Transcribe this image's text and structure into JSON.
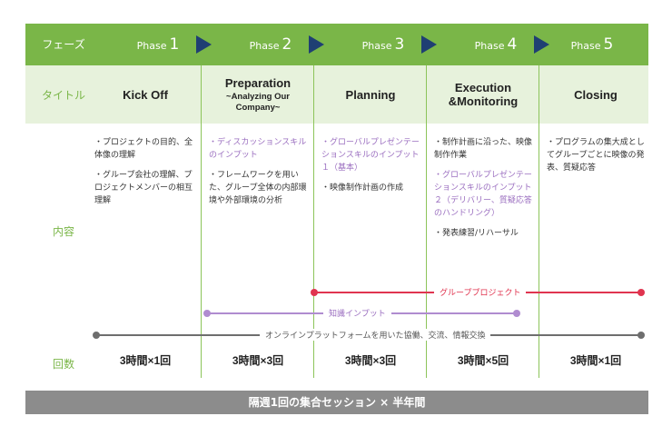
{
  "header": {
    "row_label": "フェーズ"
  },
  "phases": [
    {
      "word": "Phase",
      "num": "1"
    },
    {
      "word": "Phase",
      "num": "2"
    },
    {
      "word": "Phase",
      "num": "3"
    },
    {
      "word": "Phase",
      "num": "4"
    },
    {
      "word": "Phase",
      "num": "5"
    }
  ],
  "titles": {
    "row_label": "タイトル",
    "items": [
      {
        "main": "Kick Off",
        "sub": ""
      },
      {
        "main": "Preparation",
        "sub": "~Analyzing Our Company~"
      },
      {
        "main": "Planning",
        "sub": ""
      },
      {
        "main": "Execution\n&Monitoring",
        "sub": ""
      },
      {
        "main": "Closing",
        "sub": ""
      }
    ]
  },
  "content": {
    "row_label": "内容",
    "col1": [
      "・プロジェクトの目的、全体像の理解",
      "・グループ会社の理解、プロジェクトメンバーの相互理解"
    ],
    "col2": [
      "・ディスカッションスキルのインプット",
      "・フレームワークを用いた、グループ全体の内部環境や外部環境の分析"
    ],
    "col3": [
      "・グローバルプレゼンテーションスキルのインプット１（基本）",
      "・映像制作計画の作成"
    ],
    "col4": [
      "・制作計画に沿った、映像制作作業",
      "・グローバルプレゼンテーションスキルのインプット２（デリバリー、質疑応答のハンドリング）",
      "・発表練習/リハーサル"
    ],
    "col5": [
      "・プログラムの集大成としてグループごとに映像の発表、質疑応答"
    ]
  },
  "bars": {
    "group_project": "グループプロジェクト",
    "knowledge_input": "知識インプット",
    "online": "オンラインプラットフォームを用いた協働、交流、情報交換",
    "colors": {
      "red": "#e0344f",
      "purple": "#b08cd0",
      "gray": "#6e6e6e"
    }
  },
  "counts": {
    "row_label": "回数",
    "items": [
      "3時間×1回",
      "3時間×3回",
      "3時間×3回",
      "3時間×5回",
      "3時間×1回"
    ]
  },
  "footer": "隔週1回の集合セッション × 半年間",
  "colors": {
    "green": "#7ab648",
    "light_green": "#e7f2dc",
    "arrow": "#1f3f73",
    "footer": "#8c8c8c"
  }
}
